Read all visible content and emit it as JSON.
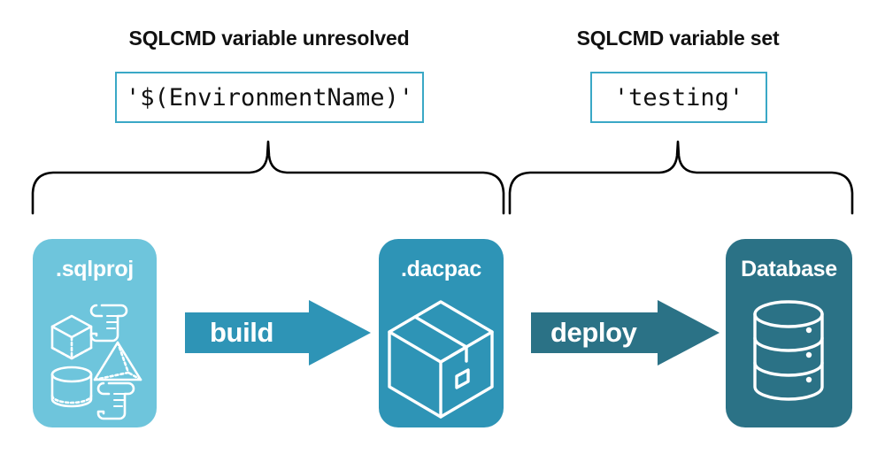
{
  "headings": {
    "left": "SQLCMD variable unresolved",
    "right": "SQLCMD variable set"
  },
  "code_boxes": {
    "left_value": "'$(EnvironmentName)'",
    "right_value": "'testing'"
  },
  "braces": {
    "left_name": "brace-build-scope",
    "right_name": "brace-deploy-scope"
  },
  "stages": [
    {
      "title": ".sqlproj",
      "name": "sqlproj",
      "color": "#6ec5dc",
      "icons": [
        "cube-icon",
        "scroll-icon",
        "pyramid-icon",
        "cylinder-icon",
        "scroll-icon"
      ]
    },
    {
      "title": ".dacpac",
      "name": "dacpac",
      "color": "#2e94b6",
      "icons": [
        "package-box-icon"
      ]
    },
    {
      "title": "Database",
      "name": "database",
      "color": "#2b7286",
      "icons": [
        "database-cylinder-icon"
      ]
    }
  ],
  "arrows": [
    {
      "label": "build",
      "name": "build-arrow",
      "color": "#2e94b6"
    },
    {
      "label": "deploy",
      "name": "deploy-arrow",
      "color": "#2b7286"
    }
  ],
  "colors": {
    "box_border": "#3aa8c6",
    "light_blue": "#6ec5dc",
    "mid_teal": "#2e94b6",
    "dark_teal": "#2b7286",
    "brace_stroke": "#000000",
    "text": "#111111"
  }
}
